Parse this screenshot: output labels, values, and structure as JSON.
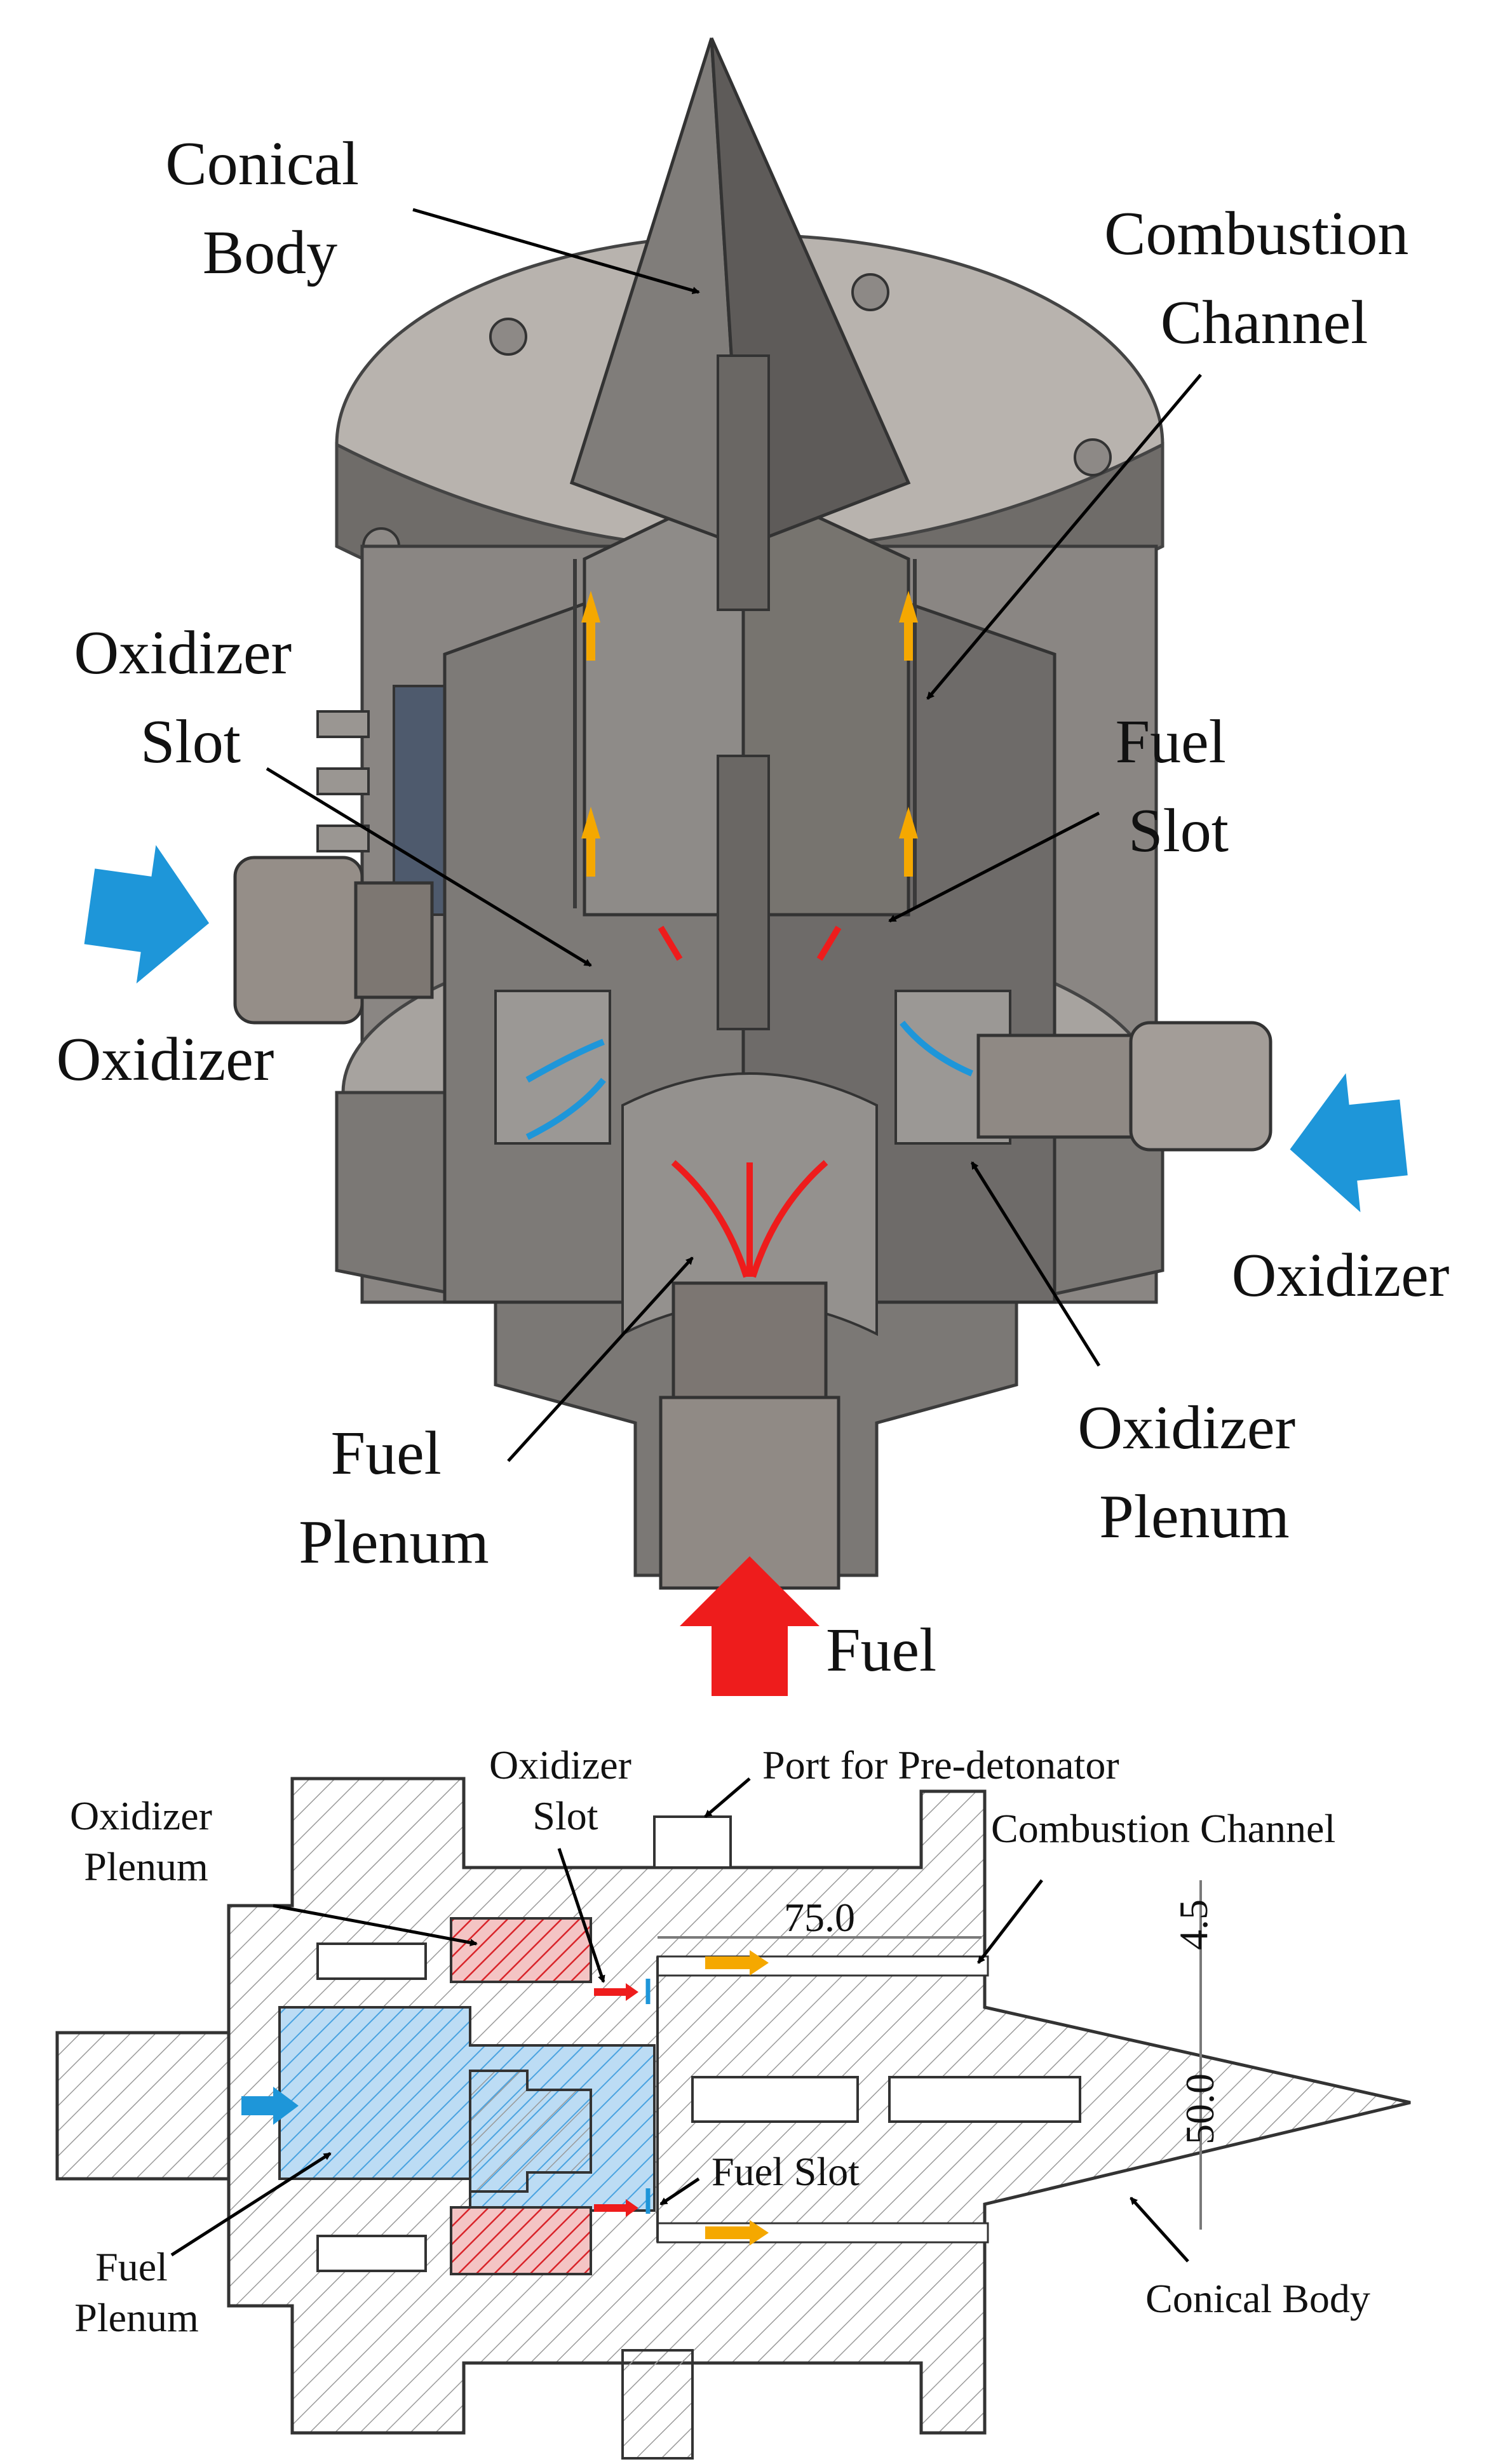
{
  "top_view": {
    "labels": {
      "conical_body": [
        "Conical",
        "Body"
      ],
      "combustion_channel": [
        "Combustion",
        "Channel"
      ],
      "oxidizer_slot": [
        "Oxidizer",
        "Slot"
      ],
      "fuel_slot": [
        "Fuel",
        "Slot"
      ],
      "oxidizer_left": "Oxidizer",
      "oxidizer_right": "Oxidizer",
      "fuel_plenum": [
        "Fuel",
        "Plenum"
      ],
      "oxidizer_plenum": [
        "Oxidizer",
        "Plenum"
      ],
      "fuel": "Fuel"
    }
  },
  "cross_section": {
    "labels": {
      "oxidizer_slot": [
        "Oxidizer",
        "Slot"
      ],
      "port": "Port for Pre-detonator",
      "oxidizer_plenum": [
        "Oxidizer",
        "Plenum"
      ],
      "combustion_channel": "Combustion Channel",
      "fuel_slot": "Fuel Slot",
      "fuel_plenum": [
        "Fuel",
        "Plenum"
      ],
      "conical_body": "Conical Body"
    },
    "dimensions": {
      "channel_length": "75.0",
      "channel_width": "4.5",
      "diameter": "50.0"
    }
  },
  "colors": {
    "oxidizer": "#1e96d9",
    "fuel": "#ee1c1c",
    "combustion_flow": "#f5a800",
    "body_gray": "#7f7c79"
  }
}
